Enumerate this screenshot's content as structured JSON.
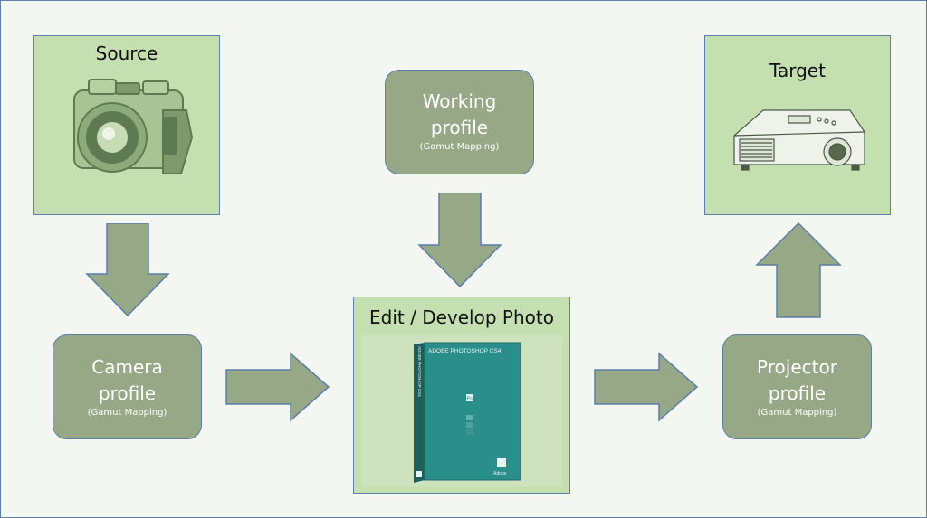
{
  "source": {
    "title": "Source",
    "icon": "camera-icon"
  },
  "target": {
    "title": "Target",
    "icon": "projector-icon"
  },
  "working_profile": {
    "line1": "Working",
    "line2": "profile",
    "note": "(Gamut Mapping)"
  },
  "camera_profile": {
    "line1": "Camera",
    "line2": "profile",
    "note": "(Gamut Mapping)"
  },
  "projector_profile": {
    "line1": "Projector",
    "line2": "profile",
    "note": "(Gamut Mapping)"
  },
  "edit": {
    "title": "Edit / Develop Photo",
    "box_text": "ADOBE PHOTOSHOP CS4",
    "spine_text": "ADOBE PHOTOSHOP CS4",
    "ps_label": "Ps",
    "brand_label": "Adobe",
    "icon": "photoshop-box-icon"
  },
  "colors": {
    "green_box": "#c4dfb0",
    "profile_box": "#96a886",
    "arrow_fill": "#96a886",
    "border": "#5b7fa8",
    "teal": "#2a8f8a"
  }
}
